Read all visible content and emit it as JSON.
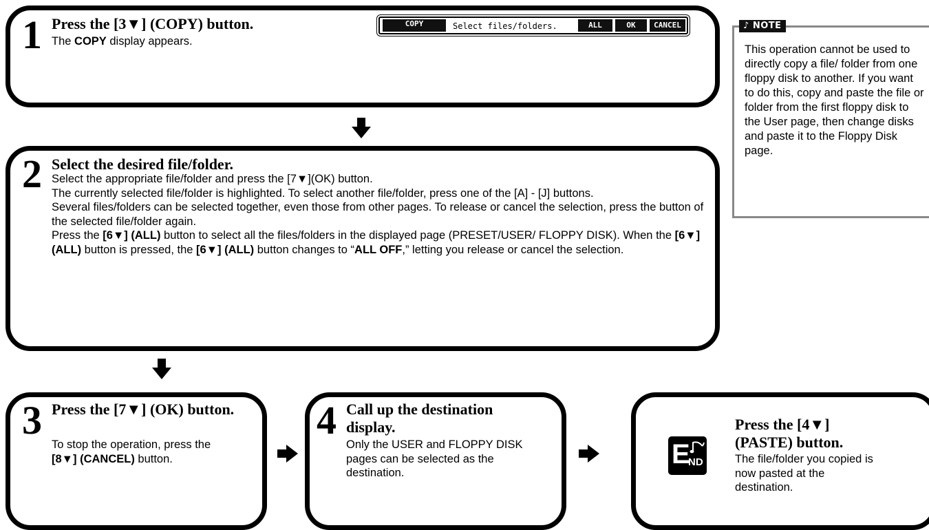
{
  "step1": {
    "number": "1",
    "title": "Press the [3▼] (COPY) button.",
    "desc_prefix": "The ",
    "desc_bold": "COPY",
    "desc_suffix": " display appears."
  },
  "lcd": {
    "tab": "COPY",
    "message": "Select files/folders.",
    "all": "ALL",
    "ok": "OK",
    "cancel": "CANCEL"
  },
  "step2": {
    "number": "2",
    "title": "Select the desired file/folder.",
    "p1": "Select the appropriate file/folder and press the [7▼](OK) button.",
    "p2": "The currently selected file/folder is highlighted. To select another file/folder, press one of the [A] - [J] buttons.",
    "p3": "Several files/folders can be selected together, even those from other pages. To release or cancel the selection, press the button of the selected file/folder again.",
    "p4_a": "Press the ",
    "p4_b": "[6▼] (ALL)",
    "p4_c": " button to select all the files/folders in the displayed page (PRESET/USER/ FLOPPY DISK). When the ",
    "p4_d": "[6▼] (ALL)",
    "p4_e": " button is pressed, the ",
    "p4_f": "[6▼] (ALL)",
    "p4_g": " button changes to “",
    "p4_h": "ALL OFF",
    "p4_i": ",” letting you release or cancel the selection."
  },
  "step3": {
    "number": "3",
    "title": "Press the [7▼] (OK) button.",
    "desc_a": "To stop the operation, press the ",
    "desc_b": "[8▼] (CANCEL)",
    "desc_c": " button."
  },
  "step4": {
    "number": "4",
    "title": "Call up the destination display.",
    "desc": "Only the USER and FLOPPY DISK pages can be selected as the destination."
  },
  "end": {
    "icon_e": "E",
    "icon_nd": "ND",
    "title": "Press the [4▼] (PASTE) button.",
    "desc": "The file/folder you copied is now pasted at the destination."
  },
  "note": {
    "tag": "♪ NOTE",
    "text": "This operation cannot be used to directly copy a file/ folder from one floppy disk to another. If you want to do this, copy and paste the file or folder from the first floppy disk to the User page, then change disks and paste it to the Floppy Disk page."
  }
}
